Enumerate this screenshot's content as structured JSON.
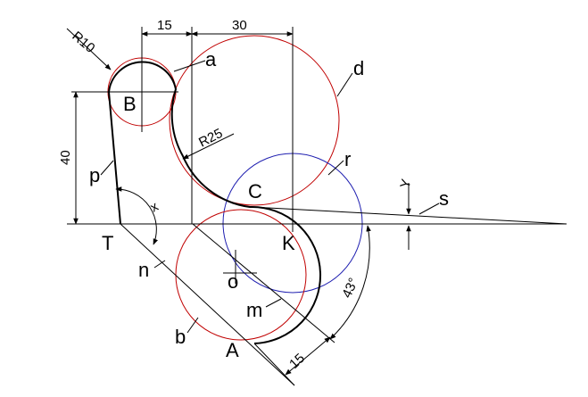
{
  "diagram": {
    "dimensions": {
      "r10": "R10",
      "r25": "R25",
      "d15_top": "15",
      "d30_top": "30",
      "d40": "40",
      "d15_bottom": "15",
      "angle_43": "43°"
    },
    "points": {
      "B": "B",
      "C": "C",
      "K": "K",
      "T": "T",
      "o": "o",
      "A": "A"
    },
    "leaders": {
      "a": "a",
      "d": "d",
      "r": "r",
      "s": "s",
      "p": "p",
      "n": "n",
      "m": "m",
      "b": "b"
    },
    "angles": {
      "x": "x",
      "y": "Y"
    },
    "colors": {
      "construction_red": "#c00000",
      "construction_blue": "#1f1fb0",
      "line": "#000000"
    }
  }
}
